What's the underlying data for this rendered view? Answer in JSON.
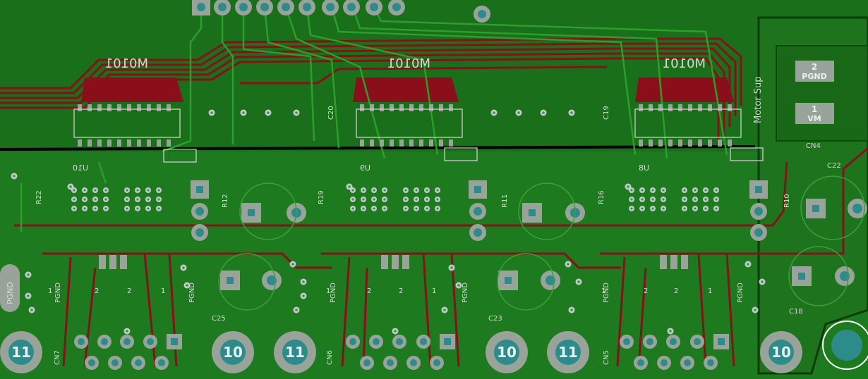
{
  "viewer": {
    "background": "#0b3d0b",
    "colors": {
      "copper_fill": "#1f7a1f",
      "copper_fill_dark": "#0f5a12",
      "bottom_trace": "#8a0f1a",
      "top_trace": "#2aa02a",
      "pad": "#9aa39a",
      "via_ring": "#c9cbc0",
      "via_hole": "#2e8b8b",
      "silkscreen": "#d8d8d8",
      "edge_cut": "#000000"
    }
  },
  "chips": {
    "labels": [
      "M0101",
      "M0101",
      "M0101"
    ],
    "refs": [
      "U10",
      "U9",
      "U8"
    ]
  },
  "connector_pads": [
    {
      "number": "2",
      "net": "PGND"
    },
    {
      "number": "1",
      "net": "VM"
    }
  ],
  "silk": {
    "cn4": "CN4",
    "motor_sup": "Motor Sup",
    "left_pgnd": "PGND",
    "pgnd_vertical": "PGND",
    "pin_one": "1",
    "pin_two": "2"
  },
  "round_pads": {
    "bottom_row": [
      "11",
      "10",
      "11",
      "10",
      "11",
      "10"
    ]
  },
  "refdes": {
    "capacitors": [
      "C25",
      "C23",
      "C18",
      "C22",
      "C20",
      "C19"
    ],
    "resistors": [
      "R22",
      "R19",
      "R16",
      "R10",
      "R12",
      "R11"
    ],
    "connectors": [
      "CN7",
      "CN6",
      "CN5"
    ]
  }
}
